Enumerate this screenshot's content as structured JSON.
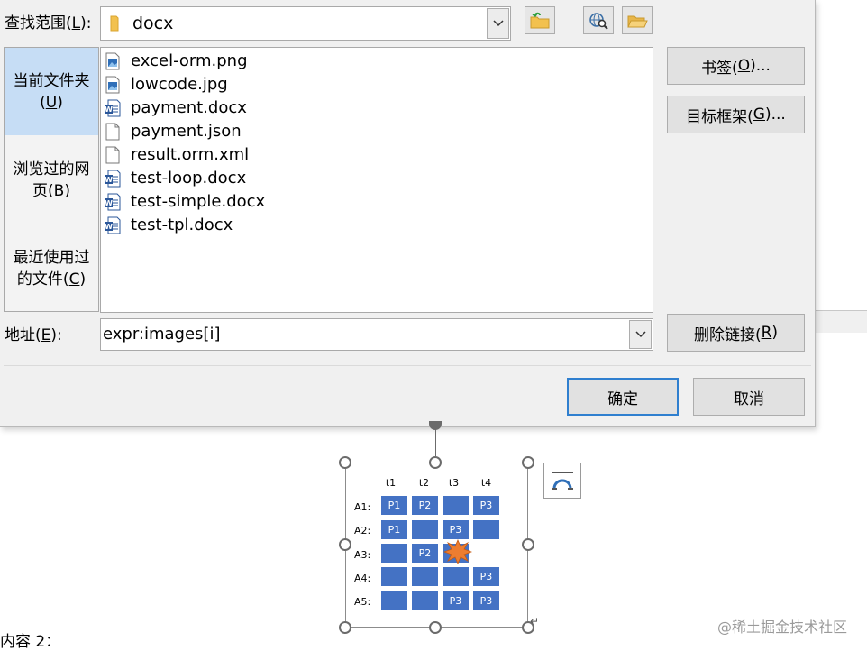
{
  "dialog": {
    "lookin_label": "查找范围(",
    "lookin_key": "L",
    "lookin_tail": "):",
    "lookin_value": "docx",
    "places": [
      {
        "line1": "当前文件夹",
        "key": "U"
      },
      {
        "line1": "浏览过的网",
        "line2": "页(",
        "key": "B"
      },
      {
        "line1": "最近使用过",
        "line2": "的文件(",
        "key": "C"
      }
    ],
    "files": [
      {
        "name": "excel-orm.png",
        "icon": "image-file-icon"
      },
      {
        "name": "lowcode.jpg",
        "icon": "image-file-icon"
      },
      {
        "name": "payment.docx",
        "icon": "word-file-icon"
      },
      {
        "name": "payment.json",
        "icon": "blank-file-icon"
      },
      {
        "name": "result.orm.xml",
        "icon": "blank-file-icon"
      },
      {
        "name": "test-loop.docx",
        "icon": "word-file-icon"
      },
      {
        "name": "test-simple.docx",
        "icon": "word-file-icon"
      },
      {
        "name": "test-tpl.docx",
        "icon": "word-file-icon"
      }
    ],
    "address_label": "地址(",
    "address_key": "E",
    "address_tail": "):",
    "address_value": "expr:images[i]",
    "bookmark_btn": "书签(",
    "bookmark_key": "O",
    "bookmark_tail": ")...",
    "target_btn": "目标框架(",
    "target_key": "G",
    "target_tail": ")...",
    "remove_btn": "删除链接(",
    "remove_key": "R",
    "remove_tail": ")",
    "ok_btn": "确定",
    "cancel_btn": "取消"
  },
  "image": {
    "columns": [
      "t1",
      "t2",
      "t3",
      "t4"
    ],
    "rows": [
      {
        "label": "A1:",
        "cells": [
          "P1",
          "P2",
          "",
          "P3"
        ]
      },
      {
        "label": "A2:",
        "cells": [
          "P1",
          "",
          "P3",
          ""
        ]
      },
      {
        "label": "A3:",
        "cells": [
          "",
          "P2",
          "",
          ""
        ]
      },
      {
        "label": "A4:",
        "cells": [
          "",
          "",
          "",
          "P3"
        ]
      },
      {
        "label": "A5:",
        "cells": [
          "",
          "",
          "P3",
          "P3"
        ]
      }
    ]
  },
  "doc_text": "内容 2：",
  "watermark": "@稀土掘金技术社区"
}
